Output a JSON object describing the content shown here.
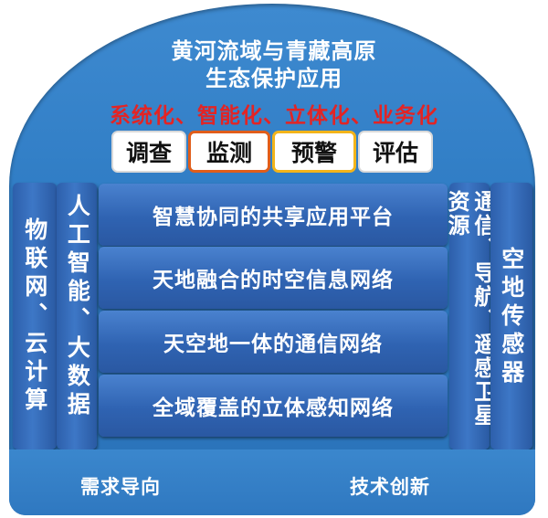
{
  "title": {
    "line1": "黄河流域与青藏高原",
    "line2": "生态保护应用"
  },
  "features": "系统化、智能化、立体化、业务化",
  "tabs": [
    "调查",
    "监测",
    "预警",
    "评估"
  ],
  "layers": [
    "智慧协同的共享应用平台",
    "天地融合的时空信息网络",
    "天空地一体的通信网络",
    "全域覆盖的立体感知网络"
  ],
  "pillars": {
    "left_outer": "物联网、云计算",
    "left_inner": "人工智能、大数据",
    "right_inner": "通信、导航、遥感卫星资源",
    "right_outer": "空地传感器"
  },
  "footer": {
    "left": "需求导向",
    "right": "技术创新"
  },
  "colors": {
    "dome": "#2f7cc4",
    "feature_text": "#e32424",
    "tab_monitor_border": "#e05d1a",
    "tab_warning_border": "#f2b41a"
  }
}
